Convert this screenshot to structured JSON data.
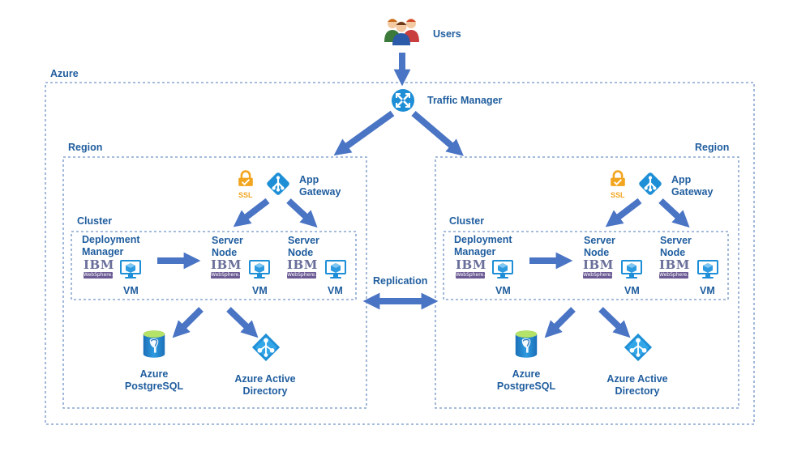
{
  "diagram": {
    "users_label": "Users",
    "azure_label": "Azure",
    "traffic_manager_label": "Traffic Manager",
    "replication_label": "Replication",
    "regions": [
      {
        "region_label": "Region",
        "app_gateway_label": "App\nGateway",
        "ssl_label": "SSL",
        "cluster_label": "Cluster",
        "deployment_manager_label": "Deployment\nManager",
        "server_node_1_label": "Server\nNode",
        "server_node_2_label": "Server\nNode",
        "vm_label": "VM",
        "ibm_logo_text": "IBM",
        "websphere_text": "WebSphere.",
        "postgres_label": "Azure\nPostgreSQL",
        "aad_label": "Azure Active\nDirectory"
      },
      {
        "region_label": "Region",
        "app_gateway_label": "App\nGateway",
        "ssl_label": "SSL",
        "cluster_label": "Cluster",
        "deployment_manager_label": "Deployment\nManager",
        "server_node_1_label": "Server\nNode",
        "server_node_2_label": "Server\nNode",
        "vm_label": "VM",
        "ibm_logo_text": "IBM",
        "websphere_text": "WebSphere.",
        "postgres_label": "Azure\nPostgreSQL",
        "aad_label": "Azure Active\nDirectory"
      }
    ]
  },
  "colors": {
    "text": "#1f5d9e",
    "arrow": "#4a74c4",
    "dashed_border": "#6f93c7",
    "azure_icon": "#1e8fd6",
    "ssl_lock": "#f2a51f",
    "ibm_purple": "#6b5a94"
  },
  "icons": {
    "users": "users-group-icon",
    "traffic_manager": "traffic-manager-icon",
    "app_gateway": "app-gateway-icon",
    "ssl": "ssl-lock-icon",
    "vm": "virtual-machine-icon",
    "ibm": "ibm-websphere-logo",
    "postgres": "postgresql-database-icon",
    "aad": "azure-active-directory-icon"
  }
}
